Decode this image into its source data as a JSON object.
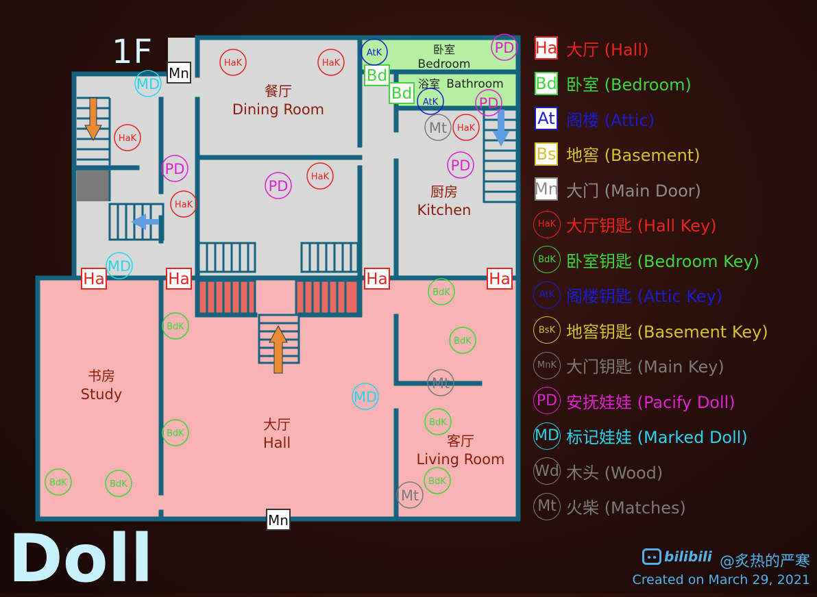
{
  "floor_label": "1F",
  "map_title": "Doll",
  "credit": {
    "author": "@炙热的严寒",
    "date": "Created on March 29, 2021",
    "platform": "bilibili"
  },
  "colors": {
    "wall": "#15637e",
    "grey_room": "#d8d8d8",
    "pink_room": "#f8b4b4",
    "green_room": "#b5f0a2",
    "stair_red": "#e86a62",
    "arrow_orange": "#ea8b34",
    "arrow_blue": "#5f9de0"
  },
  "rooms": [
    {
      "id": "dining",
      "zh": "餐厅",
      "en": "Dining Room"
    },
    {
      "id": "bedroom",
      "zh": "卧室",
      "en": "Bedroom"
    },
    {
      "id": "bathroom",
      "zh": "浴室",
      "en": "Bathroom"
    },
    {
      "id": "kitchen",
      "zh": "厨房",
      "en": "Kitchen"
    },
    {
      "id": "study",
      "zh": "书房",
      "en": "Study"
    },
    {
      "id": "hall",
      "zh": "大厅",
      "en": "Hall"
    },
    {
      "id": "living",
      "zh": "客厅",
      "en": "Living Room"
    }
  ],
  "legend": [
    {
      "code": "Ha",
      "label": "大厅 (Hall)",
      "color": "#e8231e",
      "shape": "square"
    },
    {
      "code": "Bd",
      "label": "卧室 (Bedroom)",
      "color": "#3ed63a",
      "shape": "square"
    },
    {
      "code": "At",
      "label": "阁楼 (Attic)",
      "color": "#1c1ccf",
      "shape": "square"
    },
    {
      "code": "Bs",
      "label": "地窖 (Basement)",
      "color": "#d4c12c",
      "shape": "square"
    },
    {
      "code": "Mn",
      "label": "大门 (Main Door)",
      "color": "#8c8c8c",
      "shape": "square"
    },
    {
      "code": "HaK",
      "label": "大厅钥匙 (Hall Key)",
      "color": "#e8231e",
      "shape": "circle"
    },
    {
      "code": "BdK",
      "label": "卧室钥匙 (Bedroom Key)",
      "color": "#3ed63a",
      "shape": "circle"
    },
    {
      "code": "AtK",
      "label": "阁楼钥匙 (Attic Key)",
      "color": "#1c1ccf",
      "shape": "circle"
    },
    {
      "code": "BsK",
      "label": "地窖钥匙 (Basement Key)",
      "color": "#d4c12c",
      "shape": "circle"
    },
    {
      "code": "MnK",
      "label": "大门钥匙 (Main Key)",
      "color": "#7a7a7a",
      "shape": "circle"
    },
    {
      "code": "PD",
      "label": "安抚娃娃 (Pacify Doll)",
      "color": "#e020d0",
      "shape": "circle"
    },
    {
      "code": "MD",
      "label": "标记娃娃 (Marked Doll)",
      "color": "#29d3ee",
      "shape": "circle"
    },
    {
      "code": "Wd",
      "label": "木头 (Wood)",
      "color": "#7a7a7a",
      "shape": "circle"
    },
    {
      "code": "Mt",
      "label": "火柴 (Matches)",
      "color": "#7a7a7a",
      "shape": "circle"
    }
  ],
  "markers": {
    "doors": [
      {
        "code": "Mn",
        "type": "Mn"
      },
      {
        "code": "Mn",
        "type": "Mn"
      },
      {
        "code": "Ha",
        "type": "Ha"
      },
      {
        "code": "Ha",
        "type": "Ha"
      },
      {
        "code": "Ha",
        "type": "Ha"
      },
      {
        "code": "Ha",
        "type": "Ha"
      },
      {
        "code": "Bd",
        "type": "Bd"
      },
      {
        "code": "Bd",
        "type": "Bd"
      }
    ],
    "items": [
      {
        "code": "HaK"
      },
      {
        "code": "HaK"
      },
      {
        "code": "HaK"
      },
      {
        "code": "HaK"
      },
      {
        "code": "HaK"
      },
      {
        "code": "HaK"
      },
      {
        "code": "AtK"
      },
      {
        "code": "AtK"
      },
      {
        "code": "PD"
      },
      {
        "code": "PD"
      },
      {
        "code": "PD"
      },
      {
        "code": "PD"
      },
      {
        "code": "PD"
      },
      {
        "code": "MD"
      },
      {
        "code": "MD"
      },
      {
        "code": "MD"
      },
      {
        "code": "Mt"
      },
      {
        "code": "Mt"
      },
      {
        "code": "Mt"
      },
      {
        "code": "BdK"
      },
      {
        "code": "BdK"
      },
      {
        "code": "BdK"
      },
      {
        "code": "BdK"
      },
      {
        "code": "BdK"
      },
      {
        "code": "BdK"
      },
      {
        "code": "BdK"
      },
      {
        "code": "BdK"
      }
    ]
  }
}
